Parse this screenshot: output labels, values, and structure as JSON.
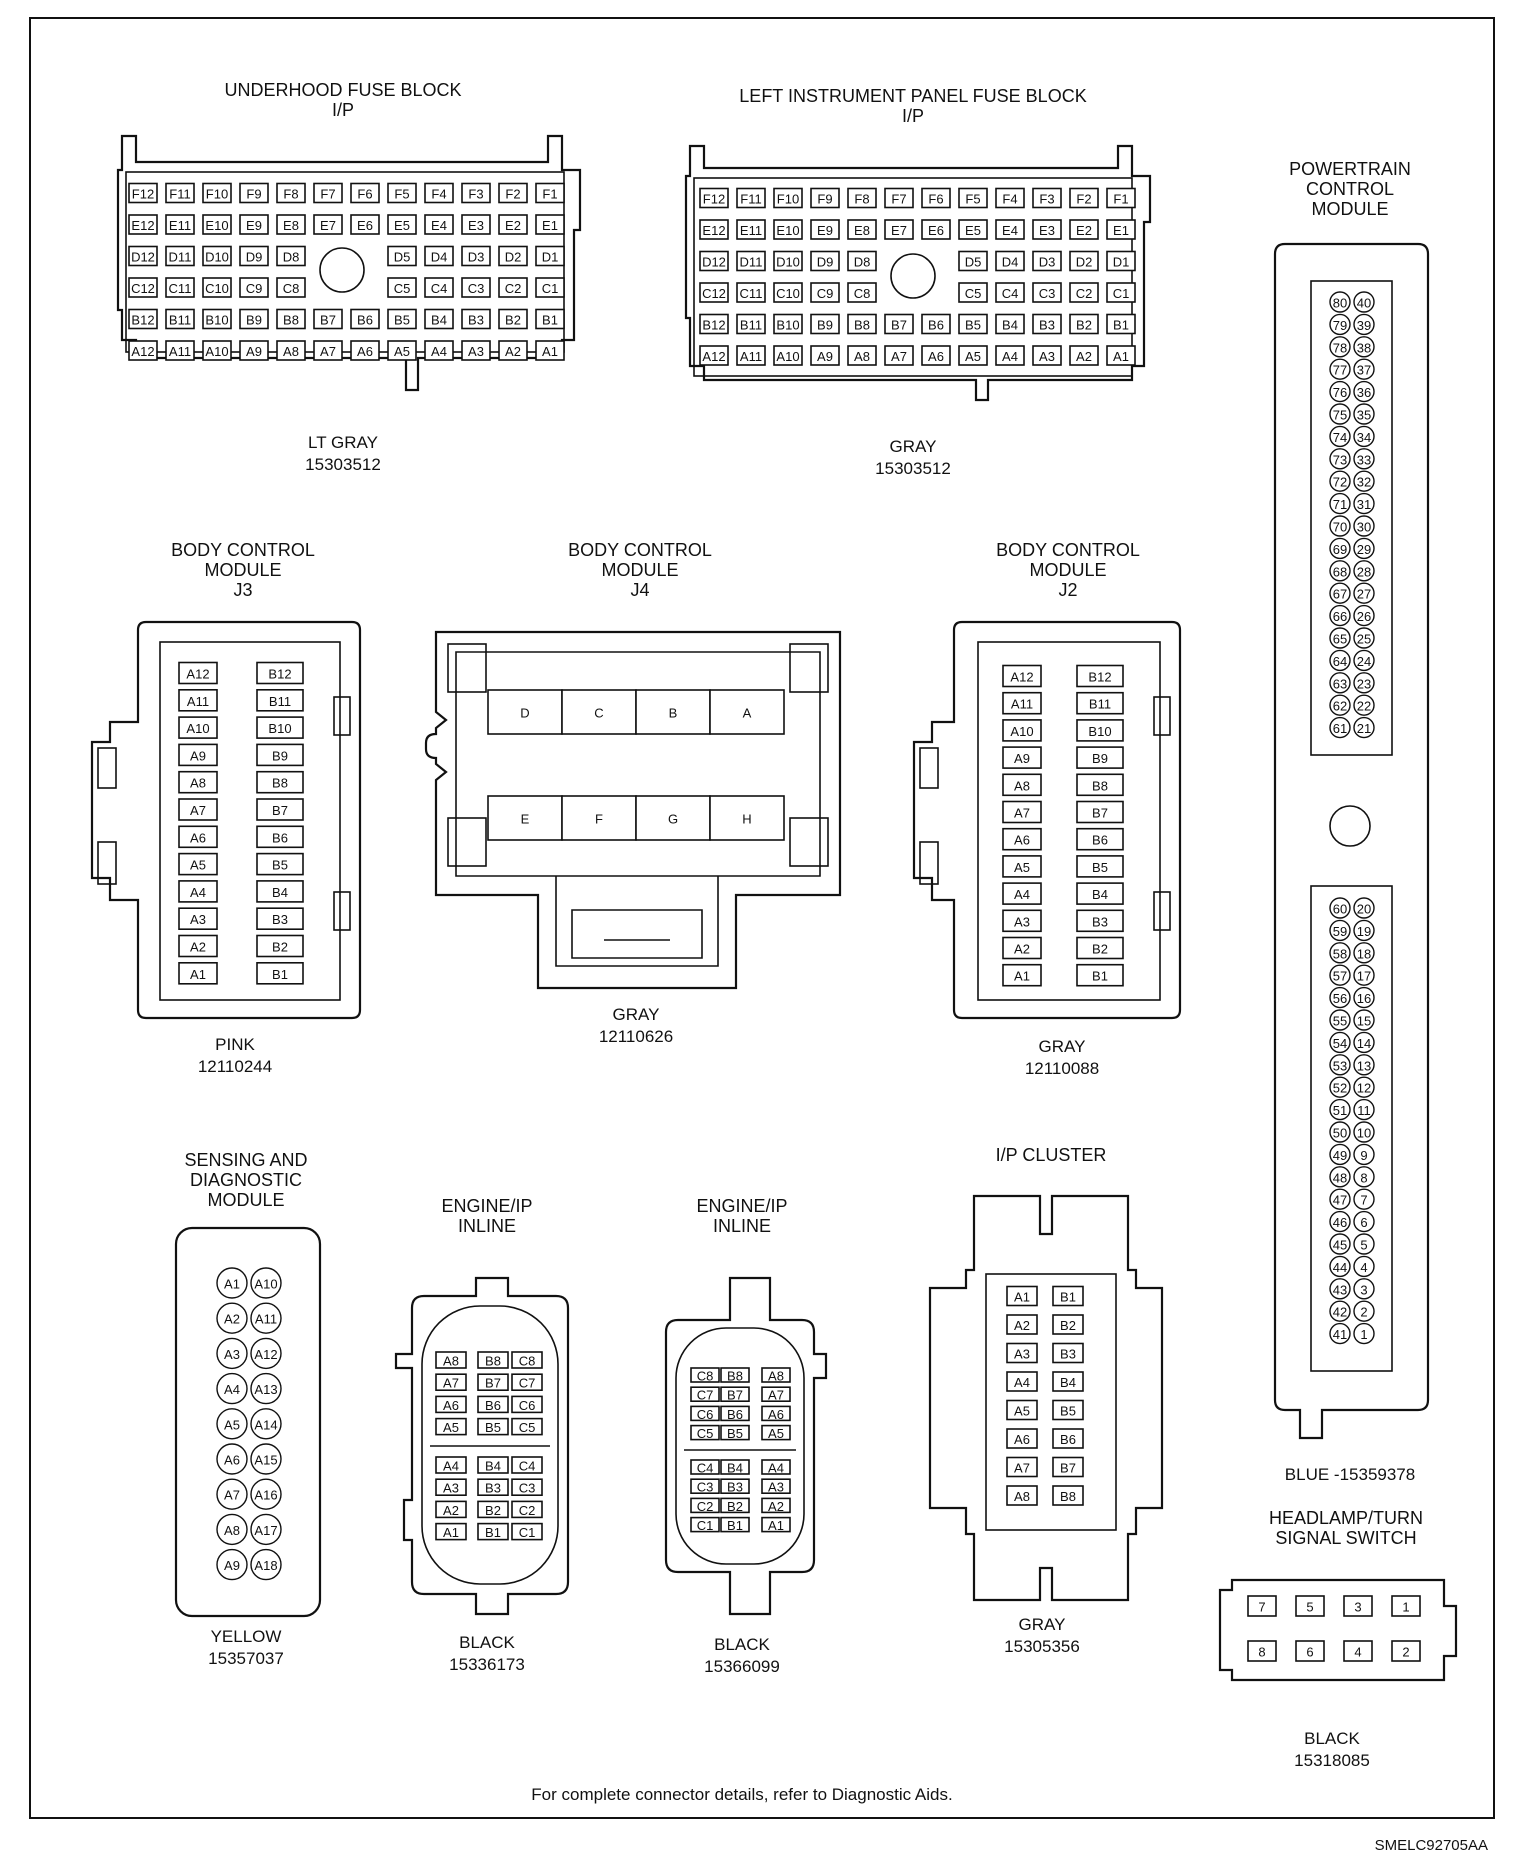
{
  "diagram_id": "SMELC92705AA",
  "footer_note": "For complete connector details, refer to Diagnostic Aids.",
  "connectors": {
    "underhood_fuse_block": {
      "title": [
        "UNDERHOOD FUSE BLOCK",
        "I/P"
      ],
      "color": "LT GRAY",
      "part_number": "15303512",
      "rows": [
        [
          "F12",
          "F11",
          "F10",
          "F9",
          "F8",
          "F7",
          "F6",
          "F5",
          "F4",
          "F3",
          "F2",
          "F1"
        ],
        [
          "E12",
          "E11",
          "E10",
          "E9",
          "E8",
          "E7",
          "E6",
          "E5",
          "E4",
          "E3",
          "E2",
          "E1"
        ],
        [
          "D12",
          "D11",
          "D10",
          "D9",
          "D8",
          "",
          "",
          "D5",
          "D4",
          "D3",
          "D2",
          "D1"
        ],
        [
          "C12",
          "C11",
          "C10",
          "C9",
          "C8",
          "",
          "",
          "C5",
          "C4",
          "C3",
          "C2",
          "C1"
        ],
        [
          "B12",
          "B11",
          "B10",
          "B9",
          "B8",
          "B7",
          "B6",
          "B5",
          "B4",
          "B3",
          "B2",
          "B1"
        ],
        [
          "A12",
          "A11",
          "A10",
          "A9",
          "A8",
          "A7",
          "A6",
          "A5",
          "A4",
          "A3",
          "A2",
          "A1"
        ]
      ]
    },
    "left_ip_fuse_block": {
      "title": [
        "LEFT INSTRUMENT PANEL FUSE BLOCK",
        "I/P"
      ],
      "color": "GRAY",
      "part_number": "15303512",
      "rows": [
        [
          "F12",
          "F11",
          "F10",
          "F9",
          "F8",
          "F7",
          "F6",
          "F5",
          "F4",
          "F3",
          "F2",
          "F1"
        ],
        [
          "E12",
          "E11",
          "E10",
          "E9",
          "E8",
          "E7",
          "E6",
          "E5",
          "E4",
          "E3",
          "E2",
          "E1"
        ],
        [
          "D12",
          "D11",
          "D10",
          "D9",
          "D8",
          "",
          "",
          "D5",
          "D4",
          "D3",
          "D2",
          "D1"
        ],
        [
          "C12",
          "C11",
          "C10",
          "C9",
          "C8",
          "",
          "",
          "C5",
          "C4",
          "C3",
          "C2",
          "C1"
        ],
        [
          "B12",
          "B11",
          "B10",
          "B9",
          "B8",
          "B7",
          "B6",
          "B5",
          "B4",
          "B3",
          "B2",
          "B1"
        ],
        [
          "A12",
          "A11",
          "A10",
          "A9",
          "A8",
          "A7",
          "A6",
          "A5",
          "A4",
          "A3",
          "A2",
          "A1"
        ]
      ]
    },
    "powertrain_control_module": {
      "title": [
        "POWERTRAIN",
        "CONTROL",
        "MODULE"
      ],
      "caption": "BLUE -15359378",
      "upper_pairs": [
        [
          "80",
          "40"
        ],
        [
          "79",
          "39"
        ],
        [
          "78",
          "38"
        ],
        [
          "77",
          "37"
        ],
        [
          "76",
          "36"
        ],
        [
          "75",
          "35"
        ],
        [
          "74",
          "34"
        ],
        [
          "73",
          "33"
        ],
        [
          "72",
          "32"
        ],
        [
          "71",
          "31"
        ],
        [
          "70",
          "30"
        ],
        [
          "69",
          "29"
        ],
        [
          "68",
          "28"
        ],
        [
          "67",
          "27"
        ],
        [
          "66",
          "26"
        ],
        [
          "65",
          "25"
        ],
        [
          "64",
          "24"
        ],
        [
          "63",
          "23"
        ],
        [
          "62",
          "22"
        ],
        [
          "61",
          "21"
        ]
      ],
      "lower_pairs": [
        [
          "60",
          "20"
        ],
        [
          "59",
          "19"
        ],
        [
          "58",
          "18"
        ],
        [
          "57",
          "17"
        ],
        [
          "56",
          "16"
        ],
        [
          "55",
          "15"
        ],
        [
          "54",
          "14"
        ],
        [
          "53",
          "13"
        ],
        [
          "52",
          "12"
        ],
        [
          "51",
          "11"
        ],
        [
          "50",
          "10"
        ],
        [
          "49",
          "9"
        ],
        [
          "48",
          "8"
        ],
        [
          "47",
          "7"
        ],
        [
          "46",
          "6"
        ],
        [
          "45",
          "5"
        ],
        [
          "44",
          "4"
        ],
        [
          "43",
          "3"
        ],
        [
          "42",
          "2"
        ],
        [
          "41",
          "1"
        ]
      ]
    },
    "bcm_j3": {
      "title": [
        "BODY CONTROL",
        "MODULE",
        "J3"
      ],
      "color": "PINK",
      "part_number": "12110244",
      "left_column": [
        "A12",
        "A11",
        "A10",
        "A9",
        "A8",
        "A7",
        "A6",
        "A5",
        "A4",
        "A3",
        "A2",
        "A1"
      ],
      "right_column": [
        "B12",
        "B11",
        "B10",
        "B9",
        "B8",
        "B7",
        "B6",
        "B5",
        "B4",
        "B3",
        "B2",
        "B1"
      ]
    },
    "bcm_j4": {
      "title": [
        "BODY CONTROL",
        "MODULE",
        "J4"
      ],
      "color": "GRAY",
      "part_number": "12110626",
      "top_row": [
        "D",
        "C",
        "B",
        "A"
      ],
      "bottom_row": [
        "E",
        "F",
        "G",
        "H"
      ]
    },
    "bcm_j2": {
      "title": [
        "BODY CONTROL",
        "MODULE",
        "J2"
      ],
      "color": "GRAY",
      "part_number": "12110088",
      "left_column": [
        "A12",
        "A11",
        "A10",
        "A9",
        "A8",
        "A7",
        "A6",
        "A5",
        "A4",
        "A3",
        "A2",
        "A1"
      ],
      "right_column": [
        "B12",
        "B11",
        "B10",
        "B9",
        "B8",
        "B7",
        "B6",
        "B5",
        "B4",
        "B3",
        "B2",
        "B1"
      ]
    },
    "sensing_diagnostic_module": {
      "title": [
        "SENSING AND",
        "DIAGNOSTIC",
        "MODULE"
      ],
      "color": "YELLOW",
      "part_number": "15357037",
      "pairs": [
        [
          "A1",
          "A10"
        ],
        [
          "A2",
          "A11"
        ],
        [
          "A3",
          "A12"
        ],
        [
          "A4",
          "A13"
        ],
        [
          "A5",
          "A14"
        ],
        [
          "A6",
          "A15"
        ],
        [
          "A7",
          "A16"
        ],
        [
          "A8",
          "A17"
        ],
        [
          "A9",
          "A18"
        ]
      ]
    },
    "engine_ip_inline_1": {
      "title": [
        "ENGINE/IP",
        "INLINE"
      ],
      "color": "BLACK",
      "part_number": "15336173",
      "upper_rows": [
        [
          "A8",
          "B8",
          "C8"
        ],
        [
          "A7",
          "B7",
          "C7"
        ],
        [
          "A6",
          "B6",
          "C6"
        ],
        [
          "A5",
          "B5",
          "C5"
        ]
      ],
      "lower_rows": [
        [
          "A4",
          "B4",
          "C4"
        ],
        [
          "A3",
          "B3",
          "C3"
        ],
        [
          "A2",
          "B2",
          "C2"
        ],
        [
          "A1",
          "B1",
          "C1"
        ]
      ]
    },
    "engine_ip_inline_2": {
      "title": [
        "ENGINE/IP",
        "INLINE"
      ],
      "color": "BLACK",
      "part_number": "15366099",
      "upper_rows": [
        [
          "C8",
          "B8",
          "A8"
        ],
        [
          "C7",
          "B7",
          "A7"
        ],
        [
          "C6",
          "B6",
          "A6"
        ],
        [
          "C5",
          "B5",
          "A5"
        ]
      ],
      "lower_rows": [
        [
          "C4",
          "B4",
          "A4"
        ],
        [
          "C3",
          "B3",
          "A3"
        ],
        [
          "C2",
          "B2",
          "A2"
        ],
        [
          "C1",
          "B1",
          "A1"
        ]
      ]
    },
    "ip_cluster": {
      "title": [
        "I/P CLUSTER"
      ],
      "color": "GRAY",
      "part_number": "15305356",
      "left_column": [
        "A1",
        "A2",
        "A3",
        "A4",
        "A5",
        "A6",
        "A7",
        "A8"
      ],
      "right_column": [
        "B1",
        "B2",
        "B3",
        "B4",
        "B5",
        "B6",
        "B7",
        "B8"
      ]
    },
    "headlamp_turn_signal_switch": {
      "title": [
        "HEADLAMP/TURN",
        "SIGNAL SWITCH"
      ],
      "color": "BLACK",
      "part_number": "15318085",
      "top_row": [
        "7",
        "5",
        "3",
        "1"
      ],
      "bottom_row": [
        "8",
        "6",
        "4",
        "2"
      ]
    }
  }
}
